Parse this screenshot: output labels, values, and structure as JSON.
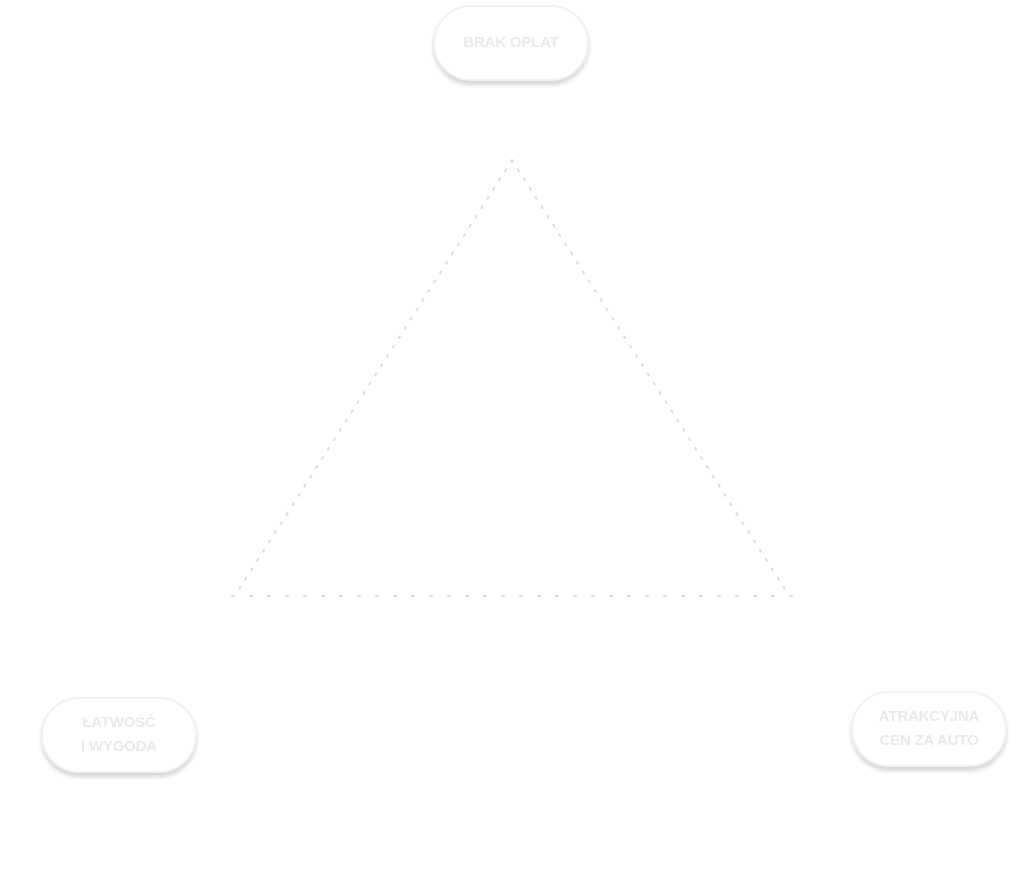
{
  "diagram": {
    "colors": {
      "pill_border": "#f1f1f1",
      "pill_text": "#e9e9e9",
      "dotted_line": "#dcdcdc",
      "background": "#ffffff"
    },
    "nodes": [
      {
        "id": "top",
        "label": "BRAK OPLAT"
      },
      {
        "id": "left",
        "label": "ŁATWOŚĆ\nI WYGODA"
      },
      {
        "id": "right",
        "label": "ATRAKCYJNA\nCEN ZA AUTO"
      }
    ],
    "connector": {
      "shape": "triangle",
      "style": "dotted"
    }
  }
}
